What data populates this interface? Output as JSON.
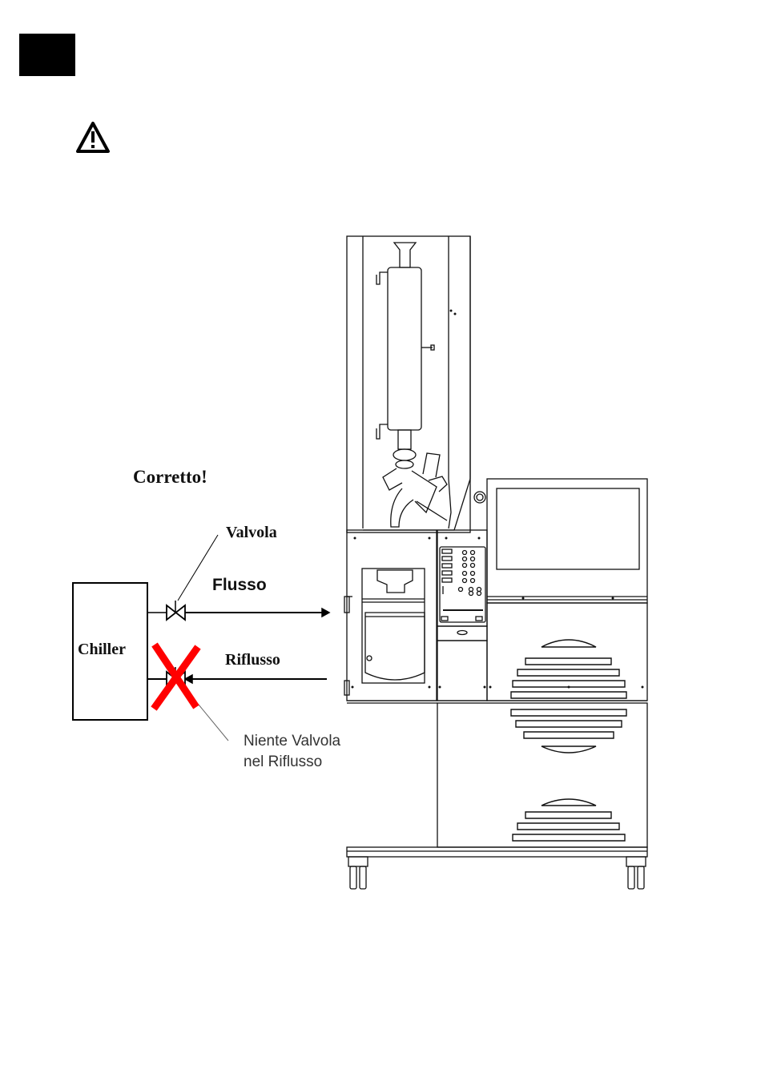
{
  "labels": {
    "corretto": "Corretto!",
    "valvola": "Valvola",
    "flusso": "Flusso",
    "chiller": "Chiller",
    "riflusso": "Riflusso",
    "niente_line1": "Niente Valvola",
    "niente_line2": "nel Riflusso"
  },
  "icons": {
    "warning": "warning-triangle-icon",
    "error_cross": "red-x-icon"
  },
  "colors": {
    "cross": "#ff0000",
    "line": "#000000"
  }
}
